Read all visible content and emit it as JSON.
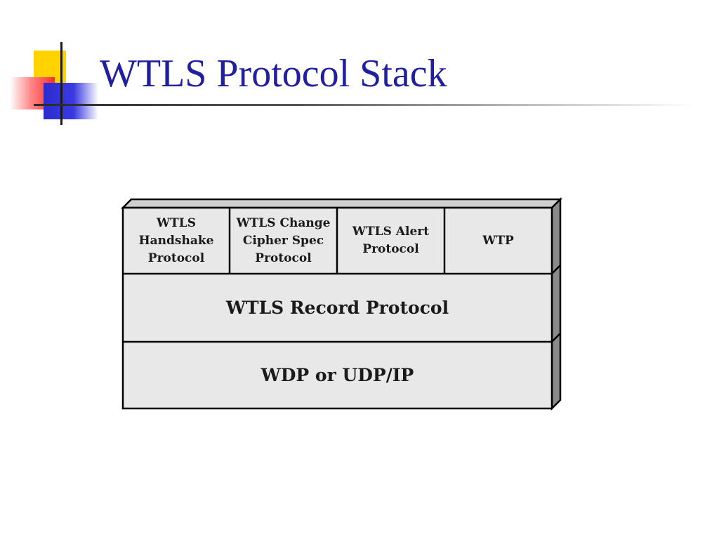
{
  "slide": {
    "title": "WTLS Protocol Stack"
  },
  "diagram": {
    "top_row": [
      {
        "line1": "WTLS",
        "line2": "Handshake",
        "line3": "Protocol"
      },
      {
        "line1": "WTLS Change",
        "line2": "Cipher Spec",
        "line3": "Protocol"
      },
      {
        "line1": "WTLS Alert",
        "line2": "Protocol"
      },
      {
        "line1": "WTP"
      }
    ],
    "record_layer": "WTLS Record Protocol",
    "transport_layer": "WDP or UDP/IP"
  },
  "colors": {
    "title": "#1f1fa0",
    "box_face": "#e8e8e8",
    "box_side": "#8a8a8a"
  }
}
